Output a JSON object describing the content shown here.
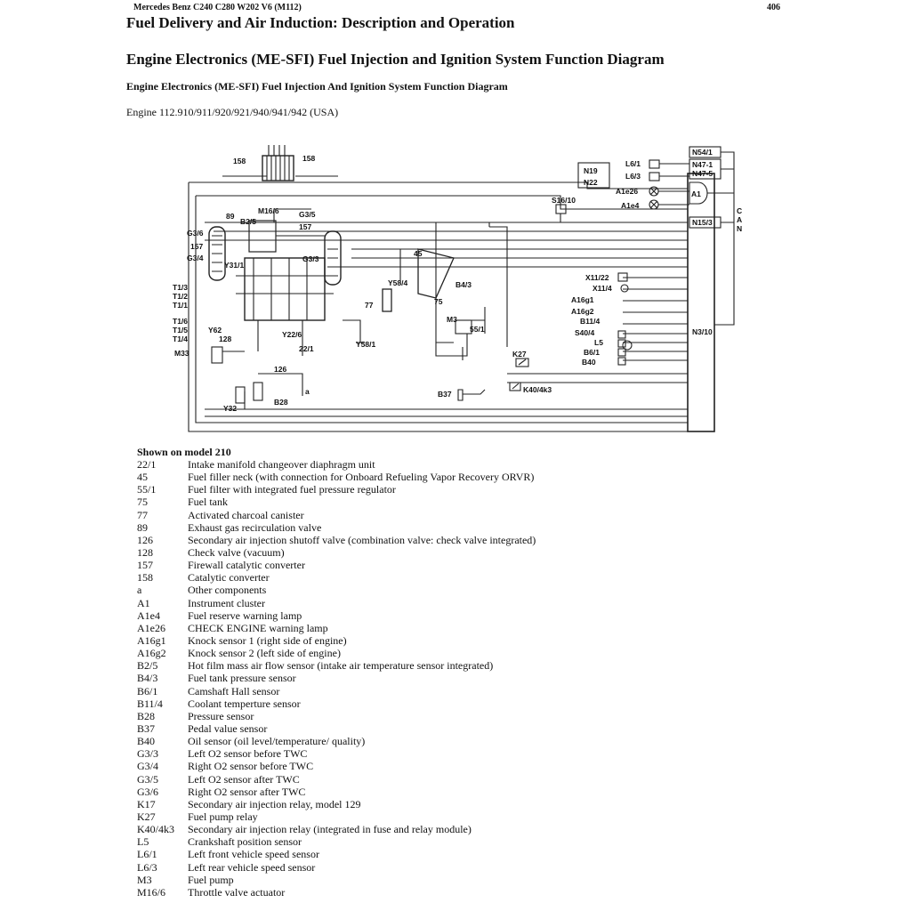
{
  "header": {
    "vehicle": "Mercedes Benz C240 C280 W202 V6 (M112)",
    "page_number": "406"
  },
  "title": "Fuel Delivery and Air Induction: Description and Operation",
  "section_title": "Engine Electronics (ME-SFI) Fuel Injection and Ignition System Function Diagram",
  "subsection_title": "Engine Electronics (ME-SFI) Fuel Injection And Ignition System Function Diagram",
  "engine_line": "Engine 112.910/911/920/921/940/941/942 (USA)",
  "diagram_labels": {
    "l158a": "158",
    "l158b": "158",
    "m16_6": "M16/6",
    "l89": "89",
    "b2_5": "B2/5",
    "g3_5": "G3/5",
    "l157b": "157",
    "g3_6": "G3/6",
    "l157a": "157",
    "g3_4": "G3/4",
    "y31_1": "Y31/1",
    "g3_3": "G3/3",
    "t1_3": "T1/3",
    "t1_2": "T1/2",
    "t1_1": "T1/1",
    "t1_6": "T1/6",
    "t1_5": "T1/5",
    "t1_4": "T1/4",
    "y62": "Y62",
    "y22_6": "Y22/6",
    "l128": "128",
    "l22_1": "22/1",
    "m33": "M33",
    "l126": "126",
    "la": "a",
    "y32": "Y32",
    "b28": "B28",
    "l45": "45",
    "y58_4": "Y58/4",
    "b4_3": "B4/3",
    "l75": "75",
    "l77": "77",
    "m3": "M3",
    "l55_1": "55/1",
    "y58_1": "Y58/1",
    "k27": "K27",
    "b37": "B37",
    "k40_4k3": "K40/4k3",
    "n19": "N19",
    "n22": "N22",
    "s16_10": "S16/10",
    "l6_1": "L6/1",
    "l6_3": "L6/3",
    "a1e26": "A1e26",
    "a1e4": "A1e4",
    "n54_1": "N54/1",
    "n47_1": "N47-1",
    "n47_5": "N47-5",
    "a1": "A1",
    "n15_3": "N15/3",
    "can_c": "C",
    "can_a": "A",
    "can_n": "N",
    "x11_22": "X11/22",
    "x11_4": "X11/4",
    "a16g1": "A16g1",
    "a16g2": "A16g2",
    "b11_4": "B11/4",
    "s40_4": "S40/4",
    "l5": "L5",
    "b6_1": "B6/1",
    "b40": "B40",
    "n3_10": "N3/10"
  },
  "legend": {
    "title": "Shown on model 210",
    "items": [
      {
        "code": "22/1",
        "desc": "Intake manifold changeover diaphragm unit"
      },
      {
        "code": "45",
        "desc": "Fuel filler neck (with connection for Onboard Refueling Vapor Recovery ORVR)"
      },
      {
        "code": "55/1",
        "desc": "Fuel filter with integrated fuel pressure regulator"
      },
      {
        "code": "75",
        "desc": "Fuel tank"
      },
      {
        "code": "77",
        "desc": "Activated charcoal canister"
      },
      {
        "code": "89",
        "desc": "Exhaust gas recirculation valve"
      },
      {
        "code": "126",
        "desc": "Secondary air injection shutoff valve (combination valve: check valve integrated)"
      },
      {
        "code": "128",
        "desc": "Check valve (vacuum)"
      },
      {
        "code": "157",
        "desc": "Firewall catalytic converter"
      },
      {
        "code": "158",
        "desc": "Catalytic converter"
      },
      {
        "code": "a",
        "desc": "Other components"
      },
      {
        "code": "A1",
        "desc": "Instrument cluster"
      },
      {
        "code": "A1e4",
        "desc": "Fuel reserve warning lamp"
      },
      {
        "code": "A1e26",
        "desc": "CHECK ENGINE warning lamp"
      },
      {
        "code": "A16g1",
        "desc": "Knock sensor 1 (right side of engine)"
      },
      {
        "code": "A16g2",
        "desc": "Knock sensor 2 (left side of engine)"
      },
      {
        "code": "B2/5",
        "desc": "Hot film mass air flow sensor (intake air temperature sensor integrated)"
      },
      {
        "code": "B4/3",
        "desc": "Fuel tank pressure sensor"
      },
      {
        "code": "B6/1",
        "desc": "Camshaft Hall sensor"
      },
      {
        "code": "B11/4",
        "desc": "Coolant temperture sensor"
      },
      {
        "code": "B28",
        "desc": "Pressure sensor"
      },
      {
        "code": "B37",
        "desc": "Pedal value sensor"
      },
      {
        "code": "B40",
        "desc": "Oil sensor (oil level/temperature/ quality)"
      },
      {
        "code": "G3/3",
        "desc": "Left O2 sensor before TWC"
      },
      {
        "code": "G3/4",
        "desc": "Right O2 sensor before TWC"
      },
      {
        "code": "G3/5",
        "desc": "Left O2 sensor after TWC"
      },
      {
        "code": "G3/6",
        "desc": "Right O2 sensor after TWC"
      },
      {
        "code": "K17",
        "desc": "Secondary air injection relay, model 129"
      },
      {
        "code": "K27",
        "desc": "Fuel pump relay"
      },
      {
        "code": "K40/4k3",
        "desc": "Secondary air injection relay (integrated in fuse and relay module)"
      },
      {
        "code": "L5",
        "desc": "Crankshaft position sensor"
      },
      {
        "code": "L6/1",
        "desc": "Left front vehicle speed sensor"
      },
      {
        "code": "L6/3",
        "desc": "Left rear vehicle speed sensor"
      },
      {
        "code": "M3",
        "desc": "Fuel pump"
      },
      {
        "code": "M16/6",
        "desc": "Throttle valve actuator"
      }
    ]
  }
}
